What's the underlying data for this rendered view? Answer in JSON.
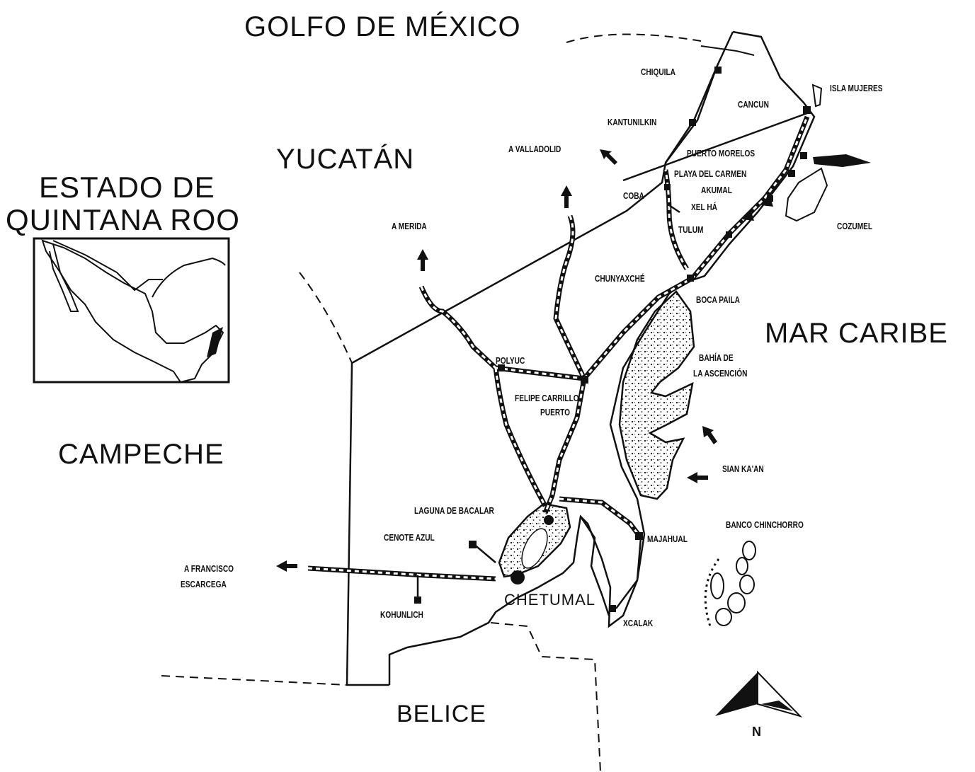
{
  "map_title": [
    "ESTADO DE",
    "QUINTANA ROO"
  ],
  "regions": {
    "gulf": "GOLFO DE MÉXICO",
    "yucatan": "YUCATÁN",
    "campeche": "CAMPECHE",
    "caribbean": "MAR CARIBE",
    "belize": "BELICE"
  },
  "places": {
    "chiquila": "CHIQUILA",
    "isla_mujeres": "ISLA MUJERES",
    "cancun": "CANCUN",
    "kantunilkin": "KANTUNILKIN",
    "valladolid": "A VALLADOLID",
    "puerto_morelos": "PUERTO MORELOS",
    "playa_del_carmen": "PLAYA DEL CARMEN",
    "coba": "COBA",
    "akumal": "AKUMAL",
    "xel_ha": "XEL HÁ",
    "merida": "A MERIDA",
    "tulum": "TULUM",
    "cozumel": "COZUMEL",
    "chunyaxche": "CHUNYAXCHÉ",
    "boca_paila": "BOCA PAILA",
    "polyuc": "POLYUC",
    "bahia_1": "BAHÍA DE",
    "bahia_2": "LA ASCENCIÓN",
    "felipe_1": "FELIPE CARRILLO",
    "felipe_2": "PUERTO",
    "sian_kaan": "SIAN KA'AN",
    "laguna_bacalar": "LAGUNA DE BACALAR",
    "cenote_azul": "CENOTE AZUL",
    "mahahual": "MAJAHUAL",
    "banco_chinchorro": "BANCO CHINCHORRO",
    "escarcega_1": "A FRANCISCO",
    "escarcega_2": "ESCARCEGA",
    "chetumal": "CHETUMAL",
    "kohunlich": "KOHUNLICH",
    "xcalak": "XCALAK"
  },
  "north_label": "N",
  "icons": {
    "north_arrow": "north-arrow-icon",
    "direction_arrow": "direction-arrow-icon",
    "ferry": "ferry-icon",
    "city_marker": "city-marker-icon"
  },
  "colors": {
    "ink": "#111111",
    "paper": "#ffffff"
  }
}
